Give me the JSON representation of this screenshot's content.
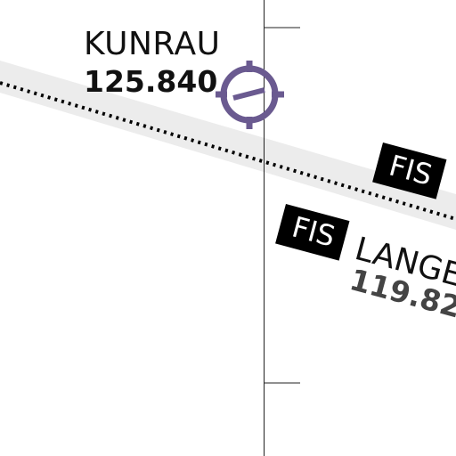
{
  "map": {
    "station": {
      "name": "KUNRAU",
      "frequency": "125.840",
      "symbol_color": "#6a5a90"
    },
    "airway": {
      "badges": [
        "FIS",
        "FIS"
      ],
      "sector_name": "LANGE",
      "sector_frequency": "119.82",
      "band_color": "#ececec"
    },
    "icons": {
      "station_symbol": "vor-navaid-icon"
    }
  }
}
